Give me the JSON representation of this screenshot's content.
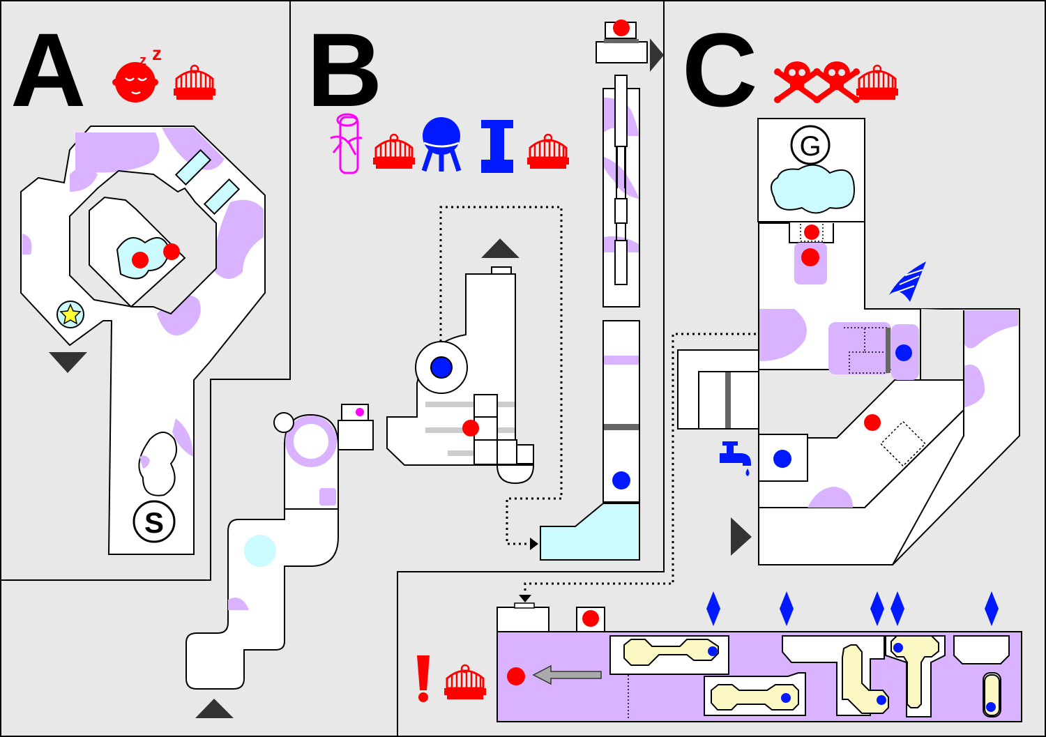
{
  "sections": [
    {
      "id": "a",
      "label": "A",
      "icons": [
        "sleeping-face-icon",
        "birdcage-icon"
      ]
    },
    {
      "id": "b",
      "label": "B",
      "icons": [
        "scroll-icon",
        "birdcage-icon",
        "bomb-robot-icon",
        "pillar-icon",
        "birdcage-icon"
      ]
    },
    {
      "id": "c",
      "label": "C",
      "icons": [
        "skull-crossbones-icon",
        "skull-crossbones-icon",
        "birdcage-icon"
      ]
    }
  ],
  "markers": {
    "start": "S",
    "goal": "G",
    "sleep_text": "z"
  },
  "legend_items": [
    "red-dot-icon",
    "blue-dot-icon",
    "star-icon",
    "faucet-icon",
    "cone-shell-icon",
    "blue-diamond-icon",
    "exclamation-icon"
  ],
  "colors": {
    "background": "#e8e8e8",
    "floor": "#ffffff",
    "purple_zone": "#d9b3ff",
    "water": "#ccfbff",
    "sand": "#fbf8c4",
    "red": "#ff0000",
    "blue": "#0019ff",
    "magenta": "#ff00ff",
    "dark": "#333333"
  }
}
